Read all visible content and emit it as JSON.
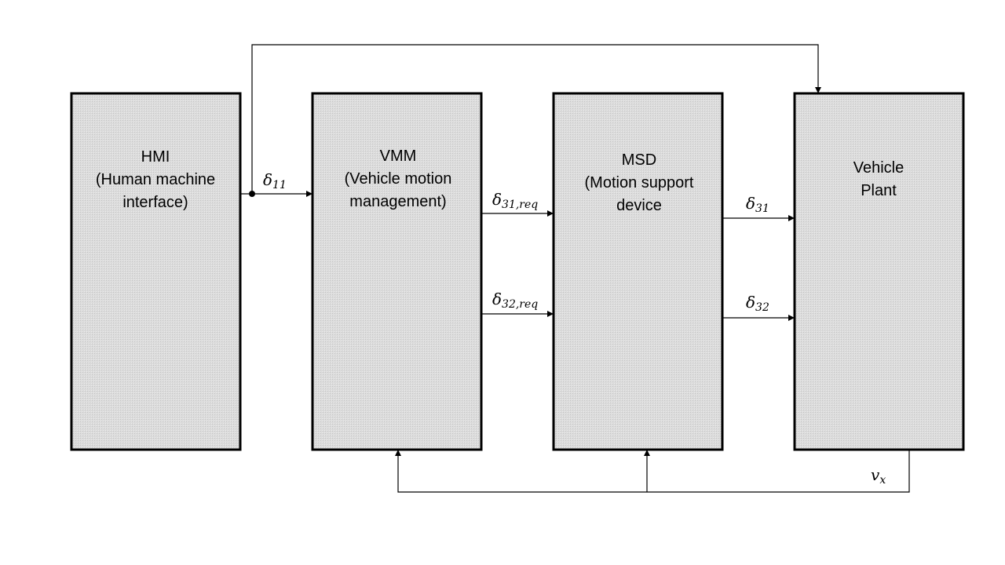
{
  "blocks": [
    {
      "id": "hmi",
      "lines": [
        "HMI",
        "(Human machine",
        "interface)"
      ]
    },
    {
      "id": "vmm",
      "lines": [
        "VMM",
        "(Vehicle motion",
        "management)"
      ]
    },
    {
      "id": "msd",
      "lines": [
        "MSD",
        "(Motion support",
        "device"
      ]
    },
    {
      "id": "plant",
      "lines": [
        "Vehicle",
        "Plant"
      ]
    }
  ],
  "signals": {
    "d11": {
      "base": "δ",
      "sub": "11"
    },
    "d31req": {
      "base": "δ",
      "sub": "31,req"
    },
    "d32req": {
      "base": "δ",
      "sub": "32,req"
    },
    "d31": {
      "base": "δ",
      "sub": "31"
    },
    "d32": {
      "base": "δ",
      "sub": "32"
    },
    "vx": {
      "base": "v",
      "sub": "x"
    }
  }
}
